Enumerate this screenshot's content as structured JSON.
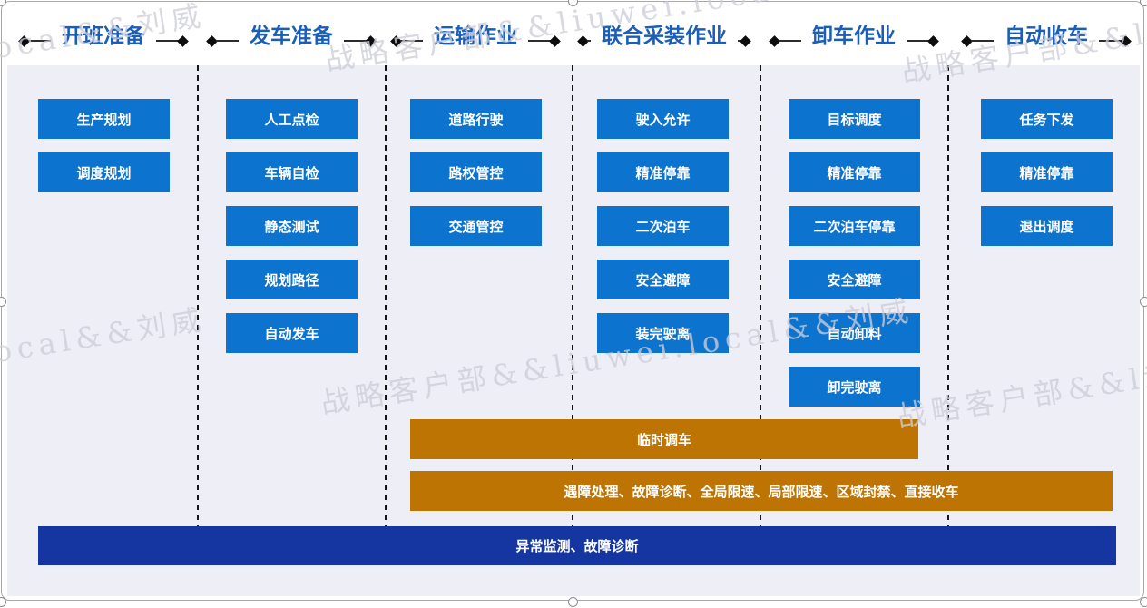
{
  "watermark": {
    "text": "战略客户部&&liuwei.local&&刘威"
  },
  "phases": [
    {
      "label": "开班准备",
      "steps": [
        "生产规划",
        "调度规划"
      ]
    },
    {
      "label": "发车准备",
      "steps": [
        "人工点检",
        "车辆自检",
        "静态测试",
        "规划路径",
        "自动发车"
      ]
    },
    {
      "label": "运输作业",
      "steps": [
        "道路行驶",
        "路权管控",
        "交通管控"
      ]
    },
    {
      "label": "联合采装作业",
      "steps": [
        "驶入允许",
        "精准停靠",
        "二次泊车",
        "安全避障",
        "装完驶离"
      ]
    },
    {
      "label": "卸车作业",
      "steps": [
        "目标调度",
        "精准停靠",
        "二次泊车停靠",
        "安全避障",
        "自动卸料",
        "卸完驶离"
      ]
    },
    {
      "label": "自动收车",
      "steps": [
        "任务下发",
        "精准停靠",
        "退出调度"
      ]
    }
  ],
  "overlays": {
    "temporary_dispatch": "临时调车",
    "exception_handling": "遇障处理、故障诊断、全局限速、局部限速、区域封禁、直接收车",
    "monitoring": "异常监测、故障诊断"
  },
  "colors": {
    "step_blue": "#0c73ce",
    "header_blue": "#1a5eb8",
    "overlay_orange": "#bd7403",
    "monitor_navy": "#1535a0",
    "panel_background": "#edeef6"
  }
}
